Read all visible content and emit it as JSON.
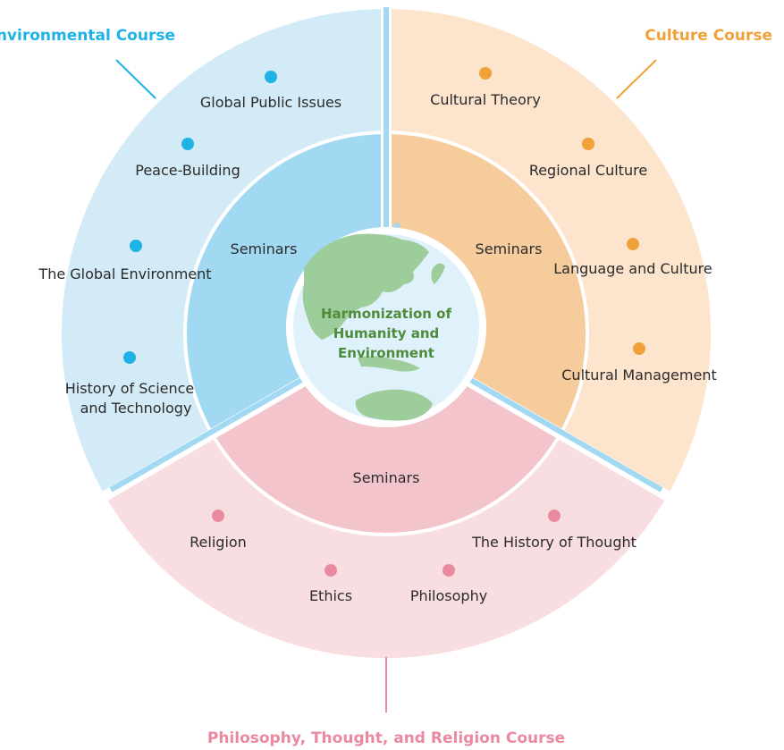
{
  "center": {
    "lines": [
      "Harmonization of",
      "Humanity and",
      "Environment"
    ],
    "text_color": "#4e8c3a"
  },
  "courses": {
    "environmental": {
      "title": "Environmental Course",
      "accent": "#1eb2e6",
      "seminars": "Seminars",
      "topics": [
        {
          "label": "Global Public Issues"
        },
        {
          "label": "Peace-Building"
        },
        {
          "label": "The Global Environment"
        },
        {
          "label": "History of Science",
          "label2": "and Technology"
        }
      ]
    },
    "culture": {
      "title": "Culture Course",
      "accent": "#f0a13a",
      "seminars": "Seminars",
      "topics": [
        {
          "label": "Cultural Theory"
        },
        {
          "label": "Regional Culture"
        },
        {
          "label": "Language and Culture"
        },
        {
          "label": "Cultural Management"
        }
      ]
    },
    "philosophy": {
      "title": "Philosophy, Thought, and Religion Course",
      "accent": "#e98aa0",
      "seminars": "Seminars",
      "topics": [
        {
          "label": "Religion"
        },
        {
          "label": "Ethics"
        },
        {
          "label": "Philosophy"
        },
        {
          "label": "The History of Thought"
        }
      ]
    }
  },
  "colors": {
    "env_outer": "#d3ebf7",
    "env_inner": "#a2d9f2",
    "cul_outer": "#fde4cc",
    "cul_inner": "#f7cc9c",
    "phi_outer": "#f8dde1",
    "phi_inner": "#f4c4cc",
    "globe_ocean": "#dff1fb",
    "globe_land": "#9ccd9a"
  }
}
